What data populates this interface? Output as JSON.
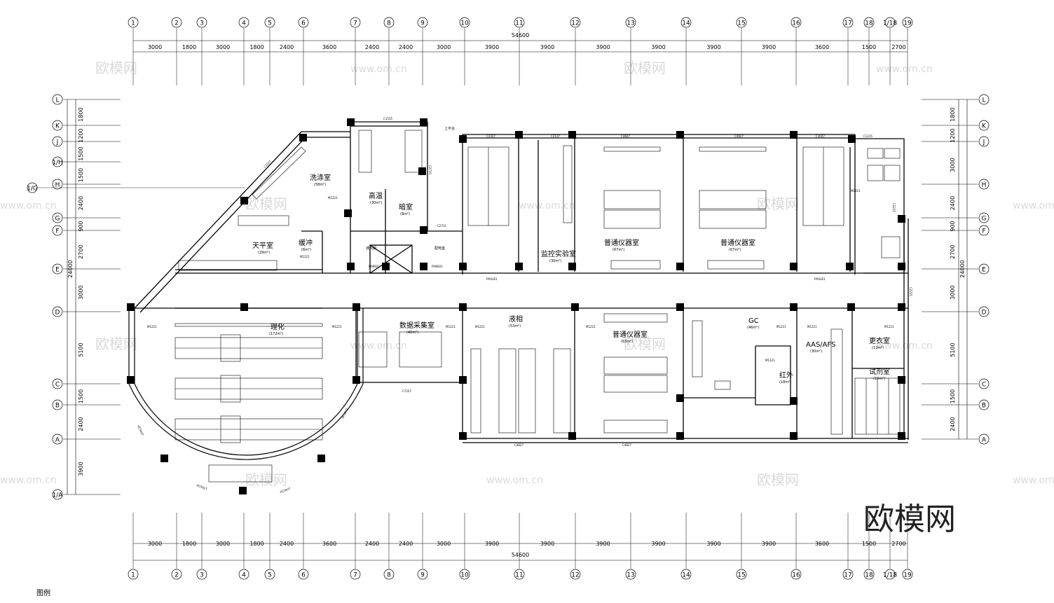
{
  "grid": {
    "columns": [
      "1",
      "2",
      "3",
      "4",
      "5",
      "6",
      "7",
      "8",
      "9",
      "10",
      "11",
      "12",
      "13",
      "14",
      "15",
      "16",
      "17",
      "18",
      "1/18",
      "19"
    ],
    "column_spacings": [
      "3000",
      "1800",
      "3000",
      "1800",
      "2400",
      "3600",
      "2400",
      "2400",
      "3000",
      "3900",
      "3900",
      "3900",
      "3900",
      "3900",
      "3900",
      "3600",
      "1500",
      "2700"
    ],
    "total_width": "54600",
    "rows": [
      "L",
      "K",
      "J",
      "1/H",
      "H",
      "G",
      "F",
      "E",
      "D",
      "C",
      "B",
      "A",
      "1/A"
    ],
    "side_row_label_extra": "1/G",
    "left_row_spacings": [
      "1800",
      "1200",
      "1500",
      "1500",
      "2400",
      "900",
      "2700",
      "3000",
      "5100",
      "1500",
      "2400",
      "3900"
    ],
    "right_row_spacings": [
      "1800",
      "1200",
      "3000",
      "2400",
      "900",
      "2700",
      "3000",
      "5100",
      "1500",
      "2400"
    ],
    "total_height": "24000"
  },
  "rooms": {
    "wash": {
      "name": "洗涤室",
      "area": "(58m²)"
    },
    "balance": {
      "name": "天平室",
      "area": "(29m²)"
    },
    "buffer": {
      "name": "缓冲",
      "area": "(6m²)"
    },
    "high_temp": {
      "name": "高温",
      "area": "(30m²)"
    },
    "dark": {
      "name": "暗室",
      "area": "(8m²)"
    },
    "tool": {
      "name": "通风橱"
    },
    "elec": {
      "name": "配电室"
    },
    "monitor": {
      "name": "监控实验室",
      "area": "(30m²)"
    },
    "instr1": {
      "name": "普通仪器室",
      "area": "(67m²)"
    },
    "instr2": {
      "name": "普通仪器室",
      "area": "(67m²)"
    },
    "biochem": {
      "name": "理化",
      "area": "(172m²)"
    },
    "data": {
      "name": "数据采集室",
      "area": "(40m²)"
    },
    "liquid": {
      "name": "液相",
      "area": "(53m²)"
    },
    "instr3": {
      "name": "普通仪器室",
      "area": "(63m²)"
    },
    "gc": {
      "name": "GC",
      "area": "(46m²)"
    },
    "ir": {
      "name": "红外",
      "area": "(18m²)"
    },
    "aas": {
      "name": "AAS/AFS",
      "area": "(30m²)"
    },
    "change": {
      "name": "更衣室",
      "area": "(13m²)"
    },
    "reagent": {
      "name": "试剂室",
      "area": "(10m²)"
    }
  },
  "windows": [
    "C1515",
    "C3327",
    "C2127",
    "C4827",
    "C4827",
    "C3027",
    "C1215",
    "C1527",
    "C2715",
    "C2715",
    "C7227",
    "C4827",
    "C4827",
    "C2215",
    "C2215"
  ],
  "doors": [
    "M1221",
    "M1221",
    "M1221",
    "M1221",
    "M1221",
    "M1221",
    "M1221",
    "M1221",
    "M1221",
    "M1221",
    "M1221",
    "M1021",
    "FM0921",
    "FM0921",
    "FM1021",
    "FM1021"
  ],
  "arc_windows": [
    "HC5627",
    "HC5627",
    "HC5627",
    "HC5627"
  ],
  "top_label": "上平台",
  "legend_title": "图例",
  "watermark": {
    "brand": "欧模网",
    "url": "www.om.cn"
  }
}
